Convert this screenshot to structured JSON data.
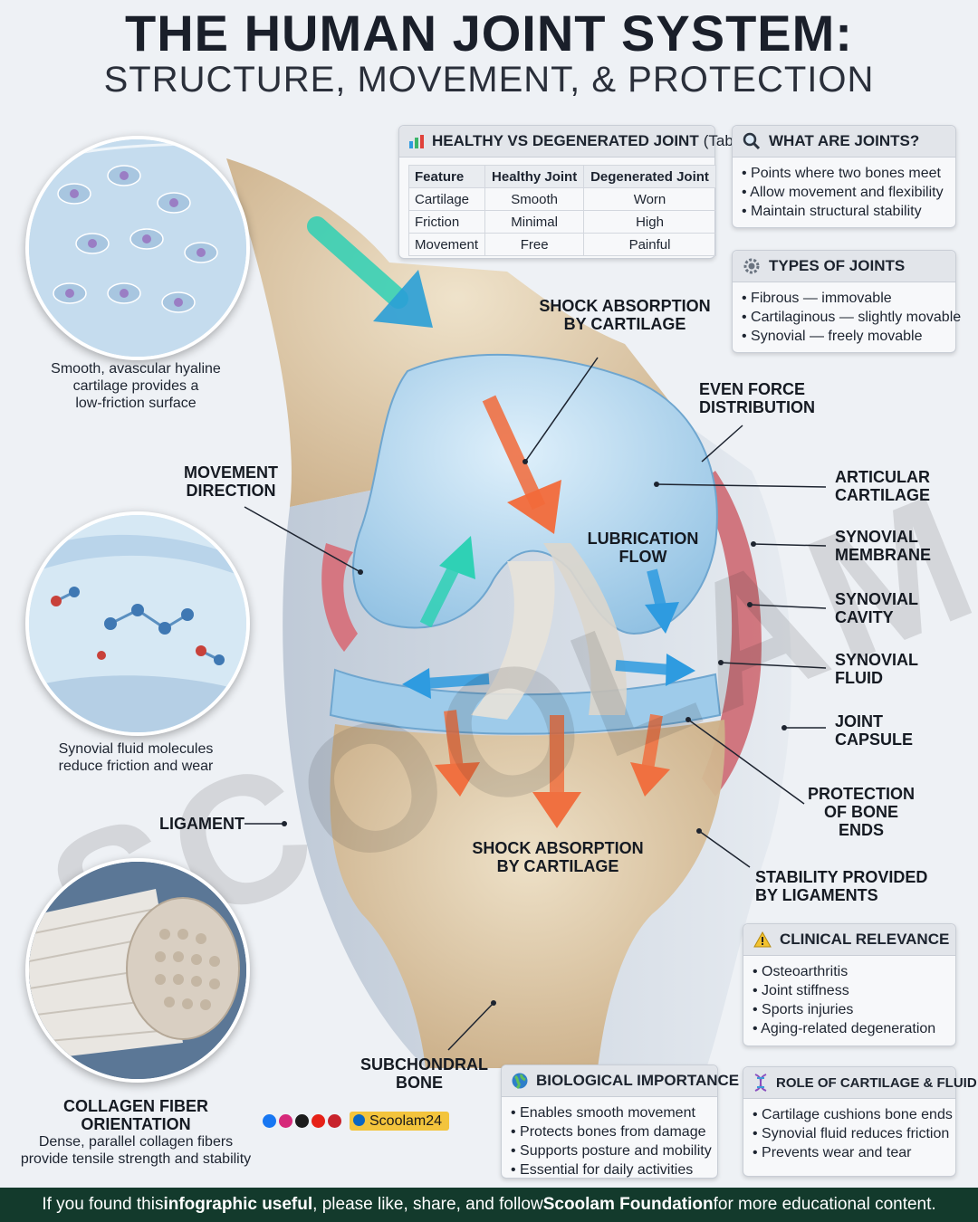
{
  "title": {
    "line1": "THE HUMAN JOINT SYSTEM:",
    "line2": "STRUCTURE, MOVEMENT, & PROTECTION"
  },
  "comparison": {
    "title": "HEALTHY VS DEGENERATED JOINT",
    "title_suffix": "(Table)",
    "headers": [
      "Feature",
      "Healthy Joint",
      "Degenerated Joint"
    ],
    "rows": [
      [
        "Cartilage",
        "Smooth",
        "Worn"
      ],
      [
        "Friction",
        "Minimal",
        "High"
      ],
      [
        "Movement",
        "Free",
        "Painful"
      ]
    ]
  },
  "what_are_joints": {
    "title": "WHAT ARE JOINTS?",
    "items": [
      "Points where two bones meet",
      "Allow movement and flexibility",
      "Maintain structural stability"
    ]
  },
  "types_of_joints": {
    "title": "TYPES OF JOINTS",
    "items": [
      "Fibrous — immovable",
      "Cartilaginous — slightly movable",
      "Synovial — freely movable"
    ]
  },
  "clinical": {
    "title": "CLINICAL RELEVANCE",
    "items": [
      "Osteoarthritis",
      "Joint stiffness",
      "Sports injuries",
      "Aging-related degeneration"
    ]
  },
  "biological": {
    "title": "BIOLOGICAL IMPORTANCE",
    "items": [
      "Enables smooth movement",
      "Protects bones from damage",
      "Supports posture and mobility",
      "Essential for daily activities"
    ]
  },
  "role": {
    "title": "ROLE OF CARTILAGE & FLUID",
    "items": [
      "Cartilage cushions bone ends",
      "Synovial fluid reduces friction",
      "Prevents wear and tear"
    ]
  },
  "insets": {
    "cartilage_caption": [
      "Smooth, avascular hyaline",
      "cartilage provides a",
      "low-friction surface"
    ],
    "fluid_caption": [
      "Synovial fluid molecules",
      "reduce friction and wear"
    ],
    "collagen_title": [
      "COLLAGEN FIBER",
      "ORIENTATION"
    ],
    "collagen_caption": [
      "Dense, parallel collagen fibers",
      "provide tensile strength and stability"
    ]
  },
  "labels": {
    "shock_top": [
      "SHOCK ABSORPTION",
      "BY CARTILAGE"
    ],
    "even_force": [
      "EVEN FORCE",
      "DISTRIBUTION"
    ],
    "movement_direction": [
      "MOVEMENT",
      "DIRECTION"
    ],
    "lubrication": [
      "LUBRICATION",
      "FLOW"
    ],
    "articular": [
      "ARTICULAR",
      "CARTILAGE"
    ],
    "membrane": [
      "SYNOVIAL",
      "MEMBRANE"
    ],
    "cavity": [
      "SYNOVIAL",
      "CAVITY"
    ],
    "fluid": [
      "SYNOVIAL",
      "FLUID"
    ],
    "capsule": [
      "JOINT",
      "CAPSULE"
    ],
    "protection": [
      "PROTECTION",
      "OF BONE",
      "ENDS"
    ],
    "ligament": "LIGAMENT",
    "shock_bottom": [
      "SHOCK ABSORPTION",
      "BY CARTILAGE"
    ],
    "stability": [
      "STABILITY PROVIDED",
      "BY LIGAMENTS"
    ],
    "subchondral": [
      "SUBCHONDRAL",
      "BONE"
    ]
  },
  "brand": {
    "name": "Scoolam24",
    "watermark": "SCOOLAM"
  },
  "footer": {
    "p1": "If you found this ",
    "b1": "infographic useful",
    "p2": ", please like, share, and follow ",
    "b2": "Scoolam Foundation",
    "p3": " for more educational content."
  },
  "colors": {
    "footer_bg": "#133a2c",
    "brand_tag": "#f3c43c",
    "arrow_force": "#f26a3a",
    "arrow_flow": "#2e9be0",
    "arrow_movement": "#2fd1b5"
  }
}
